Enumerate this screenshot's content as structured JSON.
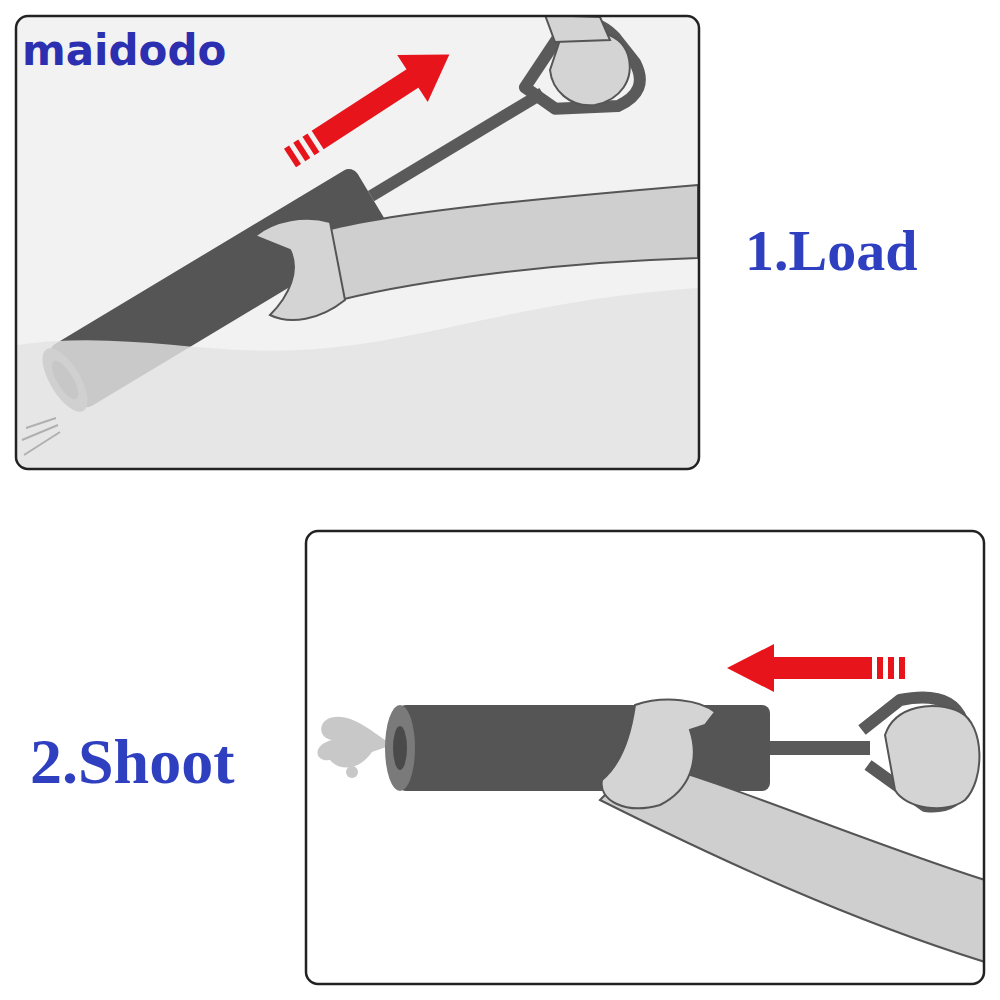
{
  "diagram": {
    "labels": [
      "maidodo",
      "1.Load",
      "2.Shoot"
    ]
  }
}
